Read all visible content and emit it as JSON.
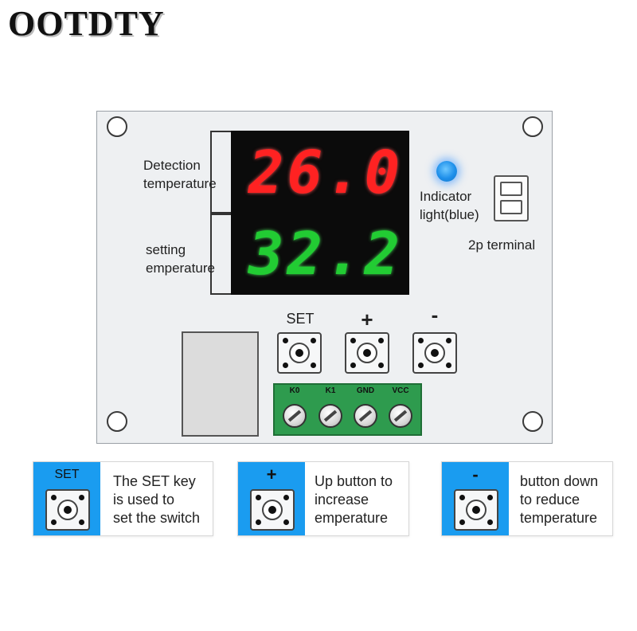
{
  "brand": "OOTDTY",
  "displays": {
    "detection_value": "26.0",
    "setting_value": "32.2",
    "detection_color": "#ff2222",
    "setting_color": "#22cc33"
  },
  "labels": {
    "detection": "Detection\ntemperature",
    "setting": "setting\nemperature",
    "indicator": "Indicator\nlight(blue)",
    "terminal_2p": "2p terminal"
  },
  "buttons": {
    "set": "SET",
    "plus": "+",
    "minus": "-"
  },
  "screw_terminals": [
    "K0",
    "K1",
    "GND",
    "VCC"
  ],
  "legend": [
    {
      "key": "SET",
      "description": "The SET key\nis used to\nset the switch"
    },
    {
      "key": "+",
      "description": "Up button to\nincrease\nemperature"
    },
    {
      "key": "-",
      "description": "button down\nto reduce\ntemperature"
    }
  ],
  "colors": {
    "legend_blue": "#1a9cf0",
    "indicator_blue": "#1e8fea",
    "terminal_green": "#2e9b4e"
  }
}
